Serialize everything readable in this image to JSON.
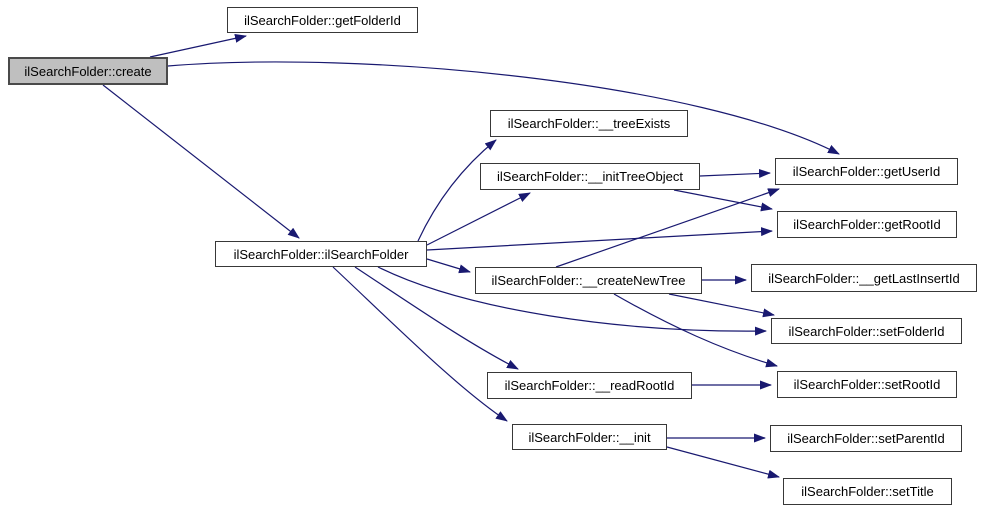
{
  "diagram": {
    "type": "call-graph",
    "colors": {
      "edge": "#191970",
      "node_border": "#383838",
      "node_fill": "#ffffff",
      "highlight_fill": "#bfbfbf",
      "background": "#ffffff",
      "text": "#000000"
    },
    "nodes": [
      {
        "id": "create",
        "label": "ilSearchFolder::create",
        "highlighted": true
      },
      {
        "id": "getFolderId",
        "label": "ilSearchFolder::getFolderId",
        "highlighted": false
      },
      {
        "id": "ilSearchFolder",
        "label": "ilSearchFolder::ilSearchFolder",
        "highlighted": false
      },
      {
        "id": "treeExists",
        "label": "ilSearchFolder::__treeExists",
        "highlighted": false
      },
      {
        "id": "initTreeObject",
        "label": "ilSearchFolder::__initTreeObject",
        "highlighted": false
      },
      {
        "id": "getUserId",
        "label": "ilSearchFolder::getUserId",
        "highlighted": false
      },
      {
        "id": "getRootId",
        "label": "ilSearchFolder::getRootId",
        "highlighted": false
      },
      {
        "id": "createNewTree",
        "label": "ilSearchFolder::__createNewTree",
        "highlighted": false
      },
      {
        "id": "getLastInsertId",
        "label": "ilSearchFolder::__getLastInsertId",
        "highlighted": false
      },
      {
        "id": "setFolderId",
        "label": "ilSearchFolder::setFolderId",
        "highlighted": false
      },
      {
        "id": "readRootId",
        "label": "ilSearchFolder::__readRootId",
        "highlighted": false
      },
      {
        "id": "setRootId",
        "label": "ilSearchFolder::setRootId",
        "highlighted": false
      },
      {
        "id": "init",
        "label": "ilSearchFolder::__init",
        "highlighted": false
      },
      {
        "id": "setParentId",
        "label": "ilSearchFolder::setParentId",
        "highlighted": false
      },
      {
        "id": "setTitle",
        "label": "ilSearchFolder::setTitle",
        "highlighted": false
      }
    ],
    "edges": [
      {
        "from": "create",
        "to": "getFolderId"
      },
      {
        "from": "create",
        "to": "getUserId"
      },
      {
        "from": "create",
        "to": "ilSearchFolder"
      },
      {
        "from": "ilSearchFolder",
        "to": "treeExists"
      },
      {
        "from": "ilSearchFolder",
        "to": "initTreeObject"
      },
      {
        "from": "ilSearchFolder",
        "to": "getRootId"
      },
      {
        "from": "ilSearchFolder",
        "to": "createNewTree"
      },
      {
        "from": "ilSearchFolder",
        "to": "setFolderId"
      },
      {
        "from": "ilSearchFolder",
        "to": "readRootId"
      },
      {
        "from": "ilSearchFolder",
        "to": "init"
      },
      {
        "from": "initTreeObject",
        "to": "getUserId"
      },
      {
        "from": "initTreeObject",
        "to": "getRootId"
      },
      {
        "from": "createNewTree",
        "to": "getUserId"
      },
      {
        "from": "createNewTree",
        "to": "getLastInsertId"
      },
      {
        "from": "createNewTree",
        "to": "setFolderId"
      },
      {
        "from": "createNewTree",
        "to": "setRootId"
      },
      {
        "from": "readRootId",
        "to": "setRootId"
      },
      {
        "from": "init",
        "to": "setParentId"
      },
      {
        "from": "init",
        "to": "setTitle"
      }
    ]
  }
}
